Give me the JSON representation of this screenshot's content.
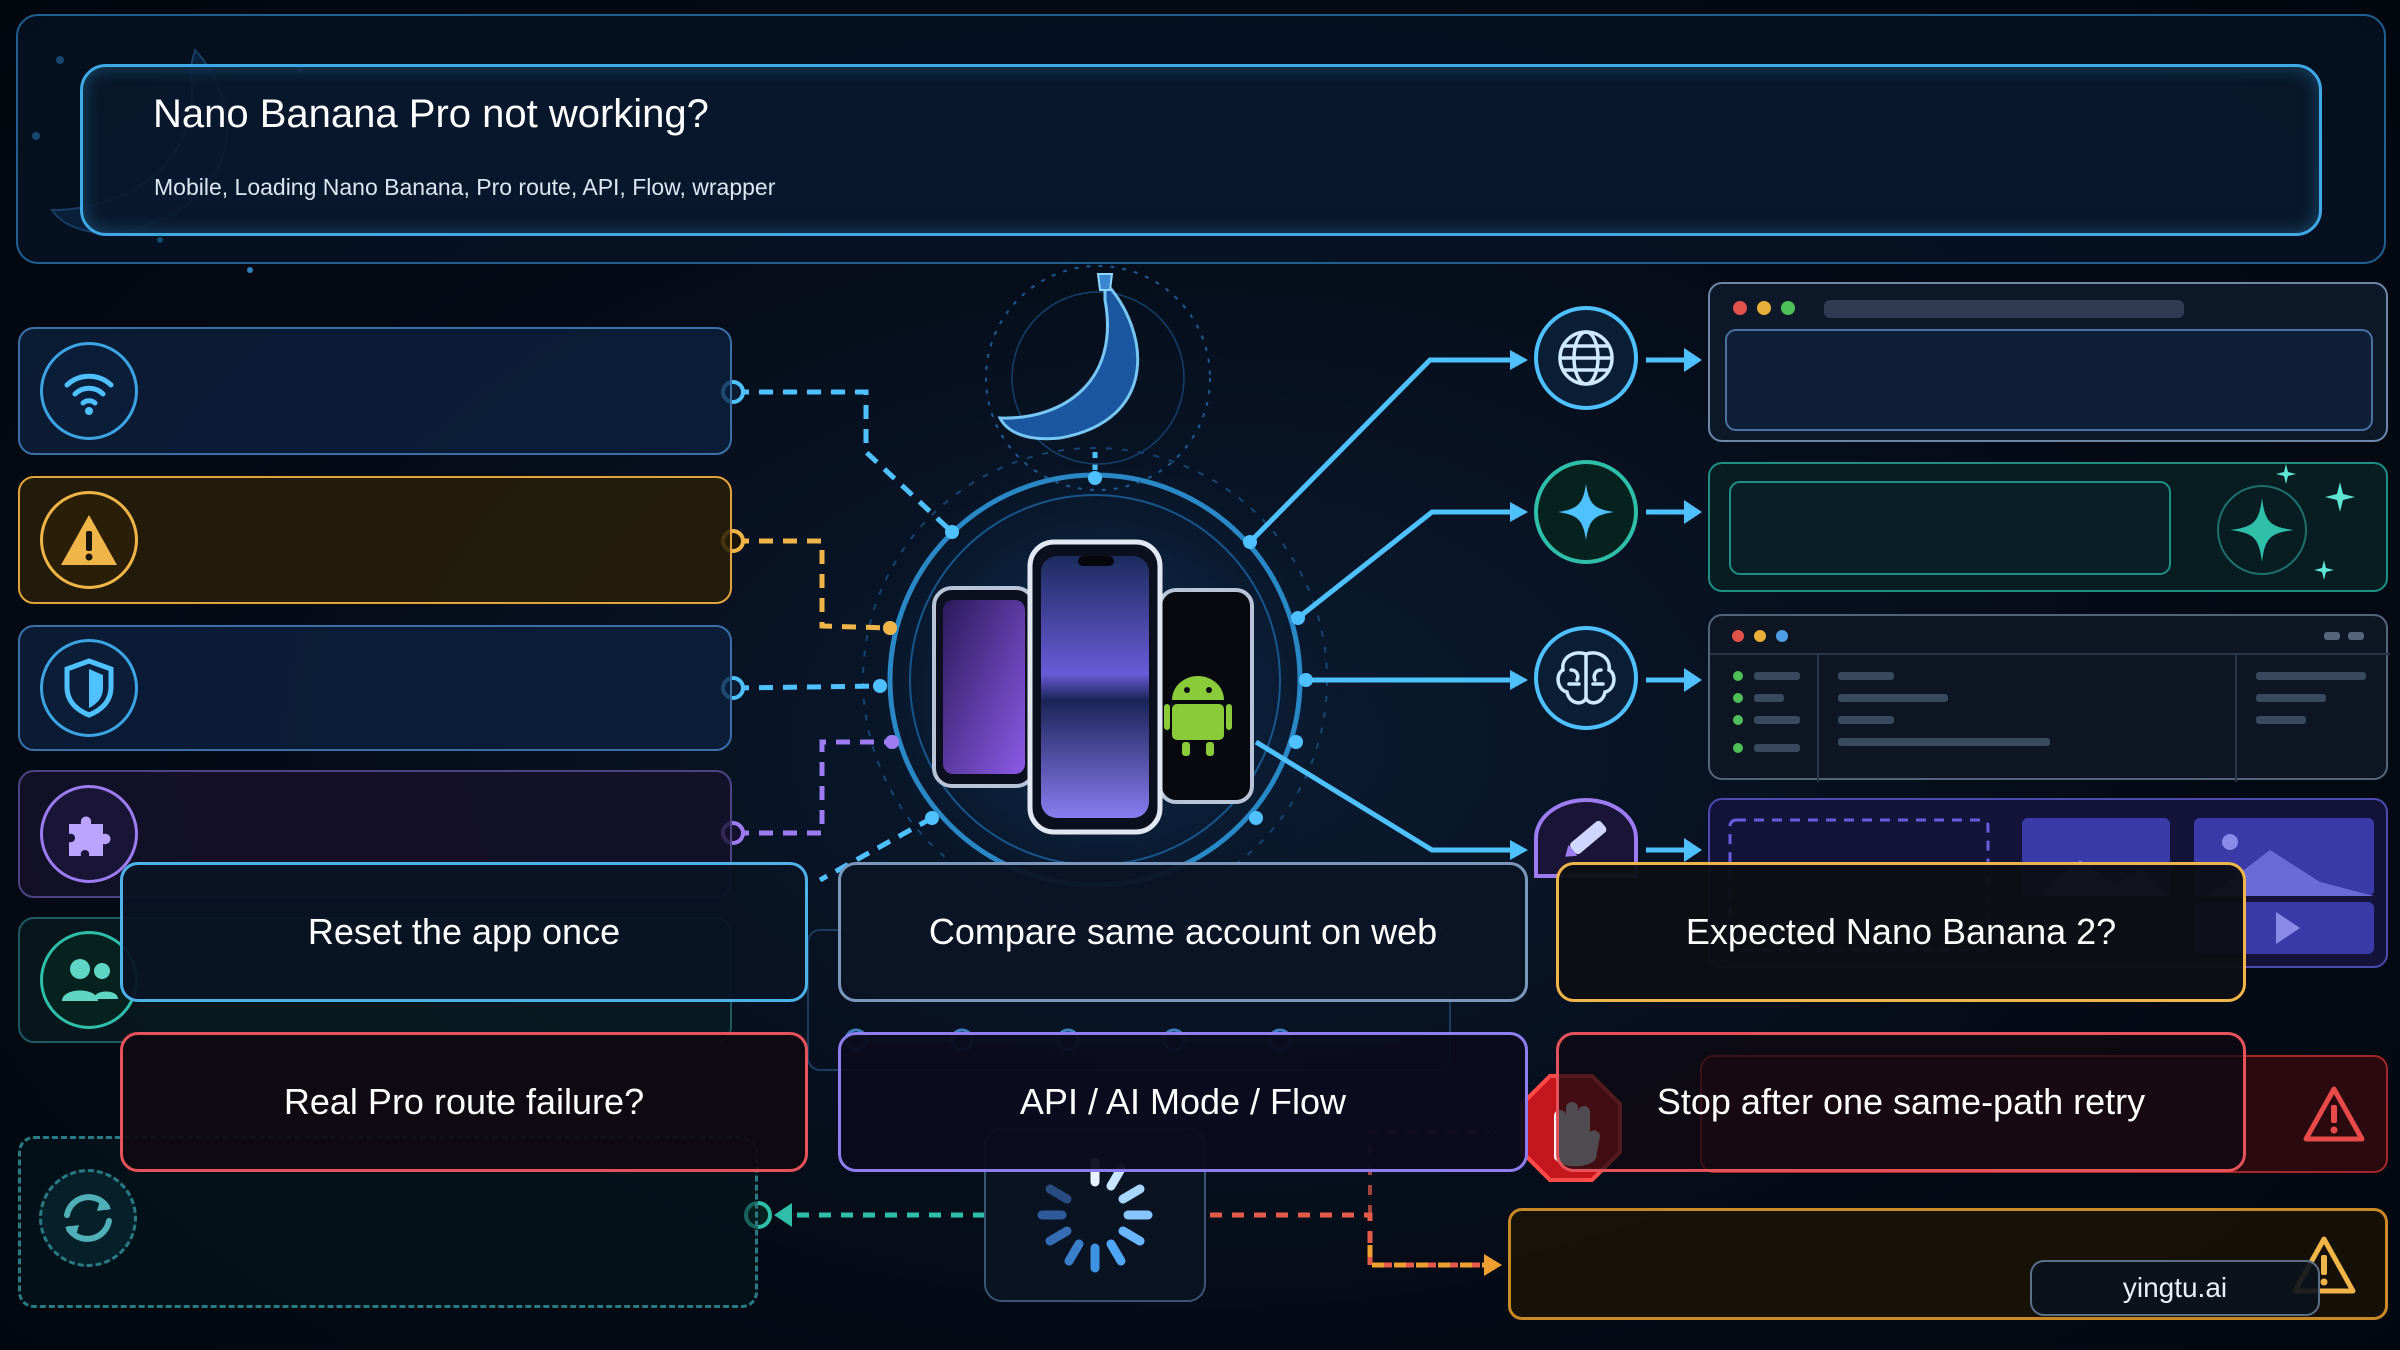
{
  "header": {
    "title": "Nano Banana Pro not working?",
    "subtitle": "Mobile, Loading Nano Banana, Pro route, API, Flow, wrapper"
  },
  "labels": {
    "reset_app": "Reset the app once",
    "compare_web": "Compare same account on web",
    "expected_nb2": "Expected Nano Banana 2?",
    "real_pro_failure": "Real Pro route failure?",
    "api_modes": "API / AI Mode / Flow",
    "stop_retry": "Stop after one same-path retry"
  },
  "watermark": "yingtu.ai",
  "icons": {
    "left": [
      "wifi-icon",
      "warning-icon",
      "shield-icon",
      "puzzle-icon",
      "users-icon",
      "refresh-icon"
    ],
    "right": [
      "globe-icon",
      "sparkle-icon",
      "brain-icon",
      "pencil-icon"
    ],
    "center": [
      "banana-icon",
      "phone-icon",
      "android-icon",
      "spinner-icon",
      "stop-hand-icon"
    ]
  },
  "colors": {
    "accent_blue": "#3fa8e6",
    "accent_orange": "#f0b548",
    "accent_red": "#e6525a",
    "accent_purple": "#8f7ef0",
    "accent_teal": "#2fbfa8"
  }
}
